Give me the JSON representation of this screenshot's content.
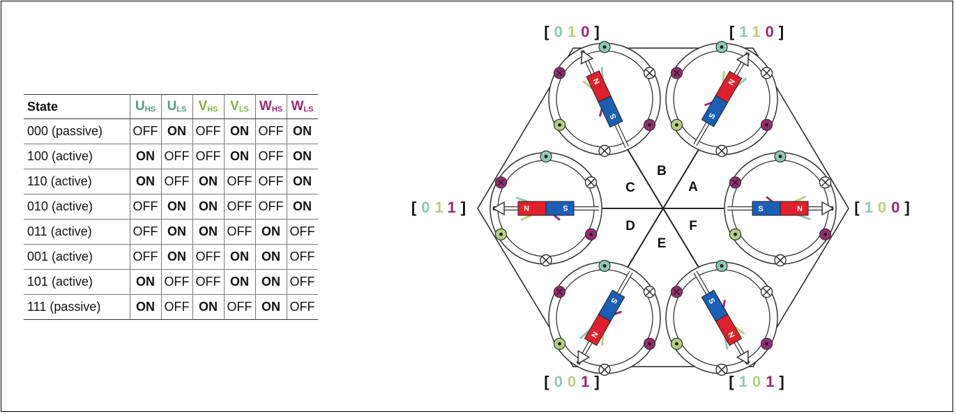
{
  "colors": {
    "u": "#4e9e86",
    "v": "#8cae3c",
    "w": "#9a2a6e",
    "magnet_n": "#e0202c",
    "magnet_s": "#1a5fb4",
    "u_light": "#8fc8b6",
    "v_light": "#b8cf7e"
  },
  "table": {
    "header": {
      "state": "State",
      "uhs": {
        "main": "U",
        "sub": "HS"
      },
      "uls": {
        "main": "U",
        "sub": "LS"
      },
      "vhs": {
        "main": "V",
        "sub": "HS"
      },
      "vls": {
        "main": "V",
        "sub": "LS"
      },
      "whs": {
        "main": "W",
        "sub": "HS"
      },
      "wls": {
        "main": "W",
        "sub": "LS"
      }
    },
    "rows": [
      {
        "state": "000 (passive)",
        "vals": [
          "OFF",
          "ON",
          "OFF",
          "ON",
          "OFF",
          "ON"
        ]
      },
      {
        "state": "100 (active)",
        "vals": [
          "ON",
          "OFF",
          "OFF",
          "ON",
          "OFF",
          "ON"
        ]
      },
      {
        "state": "110 (active)",
        "vals": [
          "ON",
          "OFF",
          "ON",
          "OFF",
          "OFF",
          "ON"
        ]
      },
      {
        "state": "010 (active)",
        "vals": [
          "OFF",
          "ON",
          "ON",
          "OFF",
          "OFF",
          "ON"
        ]
      },
      {
        "state": "011 (active)",
        "vals": [
          "OFF",
          "ON",
          "ON",
          "OFF",
          "ON",
          "OFF"
        ]
      },
      {
        "state": "001 (active)",
        "vals": [
          "OFF",
          "ON",
          "OFF",
          "ON",
          "ON",
          "OFF"
        ]
      },
      {
        "state": "101 (active)",
        "vals": [
          "ON",
          "OFF",
          "OFF",
          "ON",
          "ON",
          "OFF"
        ]
      },
      {
        "state": "111 (passive)",
        "vals": [
          "ON",
          "OFF",
          "ON",
          "OFF",
          "ON",
          "OFF"
        ]
      }
    ]
  },
  "diagram": {
    "sectors": [
      "A",
      "B",
      "C",
      "D",
      "E",
      "F"
    ],
    "states": [
      {
        "id": "010",
        "bits": [
          "0",
          "1",
          "0"
        ]
      },
      {
        "id": "110",
        "bits": [
          "1",
          "1",
          "0"
        ]
      },
      {
        "id": "011",
        "bits": [
          "0",
          "1",
          "1"
        ]
      },
      {
        "id": "100",
        "bits": [
          "1",
          "0",
          "0"
        ]
      },
      {
        "id": "001",
        "bits": [
          "0",
          "0",
          "1"
        ]
      },
      {
        "id": "101",
        "bits": [
          "1",
          "0",
          "1"
        ]
      }
    ],
    "bracket_open": "[",
    "bracket_close": "]",
    "pole_n": "N",
    "pole_s": "S"
  }
}
